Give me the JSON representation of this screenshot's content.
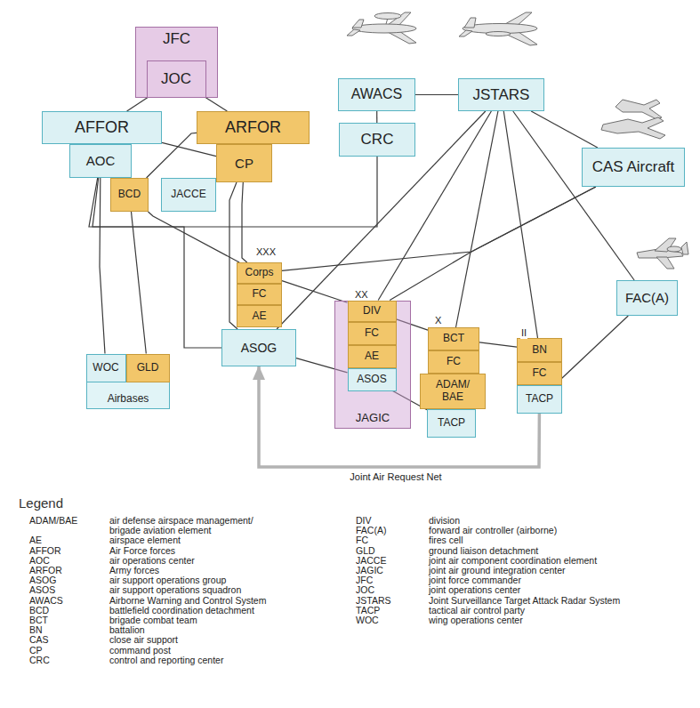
{
  "diagram": {
    "nodes": [
      {
        "text": [
          "JFC"
        ]
      },
      {
        "text": [
          "JOC"
        ],
        "in": 0
      },
      {
        "text": [
          "AFFOR"
        ]
      },
      {
        "text": [
          "AOC"
        ]
      },
      {
        "text": [
          "ARFOR"
        ]
      },
      {
        "text": [
          "CP"
        ]
      },
      {
        "text": [
          "BCD"
        ]
      },
      {
        "text": [
          "JACCE"
        ]
      },
      {
        "text": [
          "AWACS"
        ]
      },
      {
        "text": [
          "CRC"
        ]
      },
      {
        "text": [
          "JSTARS"
        ]
      },
      {
        "text": [
          "CAS Aircraft"
        ]
      },
      {
        "text": [
          "FAC(A)"
        ]
      },
      {
        "text": [
          "Corps"
        ]
      },
      {
        "text": [
          "FC"
        ]
      },
      {
        "text": [
          "AE"
        ]
      },
      {
        "text": [
          "ASOG"
        ]
      },
      {
        "text": [
          "JAGIC"
        ]
      },
      {
        "text": [
          "DIV"
        ],
        "in": 17
      },
      {
        "text": [
          "FC"
        ],
        "in": 17
      },
      {
        "text": [
          "AE"
        ],
        "in": 17
      },
      {
        "text": [
          "ASOS"
        ],
        "in": 17
      },
      {
        "text": [
          "BCT"
        ]
      },
      {
        "text": [
          "FC"
        ]
      },
      {
        "text": [
          "ADAM/ BAE"
        ]
      },
      {
        "text": [
          "TACP"
        ]
      },
      {
        "text": [
          "BN"
        ]
      },
      {
        "text": [
          "FC"
        ]
      },
      {
        "text": [
          "TACP"
        ]
      },
      {
        "text": [
          "Airbases"
        ]
      },
      {
        "text": [
          "WOC"
        ],
        "in": 29
      },
      {
        "text": [
          "GLD"
        ],
        "in": 29
      }
    ],
    "edges": [
      {
        "from": 1,
        "to": 2,
        "arrow": "none"
      },
      {
        "from": 1,
        "to": 4,
        "arrow": "none"
      },
      {
        "from": 2,
        "to": 5,
        "arrow": "none"
      },
      {
        "from": 4,
        "to": 6,
        "arrow": "none"
      },
      {
        "from": 3,
        "to": 30,
        "arrow": "none"
      },
      {
        "from": 6,
        "to": 31,
        "arrow": "none"
      },
      {
        "from": 9,
        "to": 3,
        "arrow": "none"
      },
      {
        "from": 3,
        "to": 16,
        "arrow": "none"
      },
      {
        "from": 6,
        "to": 13,
        "arrow": "none"
      },
      {
        "from": 5,
        "to": 13,
        "arrow": "none"
      },
      {
        "from": 5,
        "to": 16,
        "arrow": "none"
      },
      {
        "from": 8,
        "to": 10,
        "arrow": "none"
      },
      {
        "from": 8,
        "to": 9,
        "arrow": "none"
      },
      {
        "from": 10,
        "to": 11,
        "arrow": "none"
      },
      {
        "from": 10,
        "to": 12,
        "arrow": "none"
      },
      {
        "from": 10,
        "to": 16,
        "arrow": "none"
      },
      {
        "from": 10,
        "to": 18,
        "arrow": "none"
      },
      {
        "from": 10,
        "to": 22,
        "arrow": "none"
      },
      {
        "from": 10,
        "to": 26,
        "arrow": "none"
      },
      {
        "from": 11,
        "to": 13,
        "arrow": "none"
      },
      {
        "from": 11,
        "to": 18,
        "arrow": "none"
      },
      {
        "from": 13,
        "to": 18,
        "arrow": "none"
      },
      {
        "from": 18,
        "to": 22,
        "arrow": "none"
      },
      {
        "from": 22,
        "to": 26,
        "arrow": "none"
      },
      {
        "from": 16,
        "to": 21,
        "arrow": "none"
      },
      {
        "from": 21,
        "to": 25,
        "arrow": "none"
      },
      {
        "from": 28,
        "to": 12,
        "arrow": "none"
      },
      {
        "from": 28,
        "to": 16,
        "arrow": "to",
        "label": "Joint Air Request Net"
      }
    ],
    "labels": [
      "XXX",
      "XX",
      "X",
      "II",
      "Legend",
      "ADAM/BAE",
      "air defense airspace management/ brigade aviation element",
      "AE",
      "airspace element",
      "AFFOR",
      "Air Force forces",
      "AOC",
      "air operations center",
      "ARFOR",
      "Army forces",
      "ASOG",
      "air support operations group",
      "ASOS",
      "air support operations squadron",
      "AWACS",
      "Airborne Warning and Control System",
      "BCD",
      "battlefield coordination detachment",
      "BCT",
      "brigade combat team",
      "BN",
      "battalion",
      "CAS",
      "close air support",
      "CP",
      "command post",
      "CRC",
      "control and reporting center",
      "DIV",
      "division",
      "FAC(A)",
      "forward air controller (airborne)",
      "FC",
      "fires cell",
      "GLD",
      "ground liaison detachment",
      "JACCE",
      "joint air component coordination element",
      "JAGIC",
      "joint air ground integration center",
      "JFC",
      "joint force commander",
      "JOC",
      "joint operations center",
      "JSTARS",
      "Joint Surveillance Target Attack Radar System",
      "TACP",
      "tactical air control party",
      "WOC",
      "wing operations center"
    ]
  }
}
